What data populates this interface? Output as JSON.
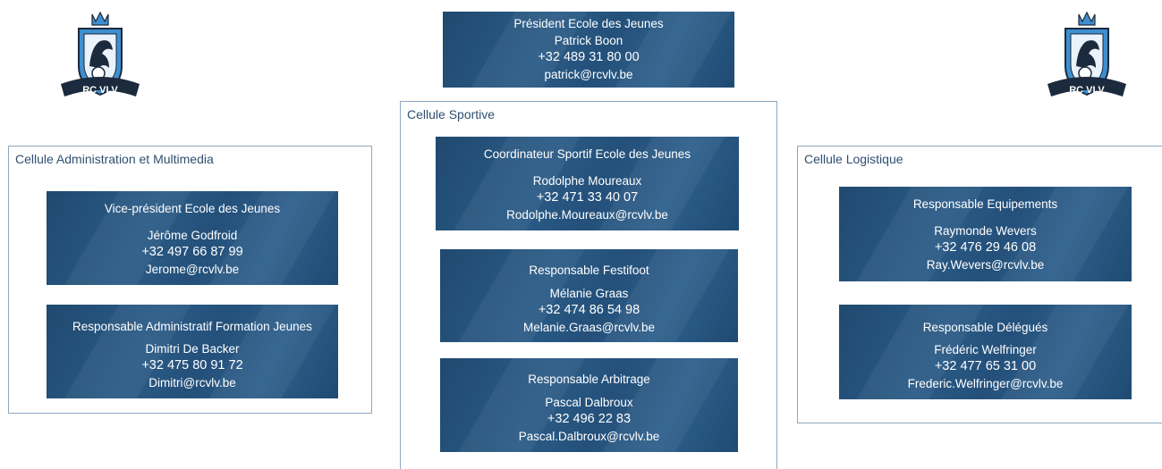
{
  "president": {
    "role": "Président Ecole des Jeunes",
    "name": "Patrick Boon",
    "phone": "+32 489 31 80 00",
    "email": "patrick@rcvlv.be"
  },
  "logo": {
    "text": "RC VLV",
    "colors": {
      "shield": "#3e8fcf",
      "crown": "#3e8fcf",
      "banner": "#1c2a3d"
    }
  },
  "cells": {
    "administration": {
      "title": "Cellule Administration et Multimedia",
      "members": [
        {
          "role": "Vice-président Ecole des Jeunes",
          "name": "Jérôme Godfroid",
          "phone": "+32 497 66 87 99",
          "email": "Jerome@rcvlv.be"
        },
        {
          "role": "Responsable Administratif Formation Jeunes",
          "name": "Dimitri De Backer",
          "phone": "+32 475 80 91 72",
          "email": "Dimitri@rcvlv.be"
        }
      ]
    },
    "sportive": {
      "title": "Cellule Sportive",
      "members": [
        {
          "role": "Coordinateur Sportif Ecole des Jeunes",
          "name": "Rodolphe Moureaux",
          "phone": "+32 471 33 40 07",
          "email": "Rodolphe.Moureaux@rcvlv.be"
        },
        {
          "role": "Responsable Festifoot",
          "name": "Mélanie Graas",
          "phone": "+32 474 86 54 98",
          "email": "Melanie.Graas@rcvlv.be"
        },
        {
          "role": "Responsable Arbitrage",
          "name": "Pascal Dalbroux",
          "phone": "+32 496 22 83",
          "email": "Pascal.Dalbroux@rcvlv.be"
        }
      ]
    },
    "logistique": {
      "title": "Cellule Logistique",
      "members": [
        {
          "role": "Responsable Equipements",
          "name": "Raymonde Wevers",
          "phone": "+32 476 29 46 08",
          "email": "Ray.Wevers@rcvlv.be"
        },
        {
          "role": "Responsable Délégués",
          "name": "Frédéric Welfringer",
          "phone": "+32 477 65 31 00",
          "email": "Frederic.Welfringer@rcvlv.be"
        }
      ]
    }
  }
}
